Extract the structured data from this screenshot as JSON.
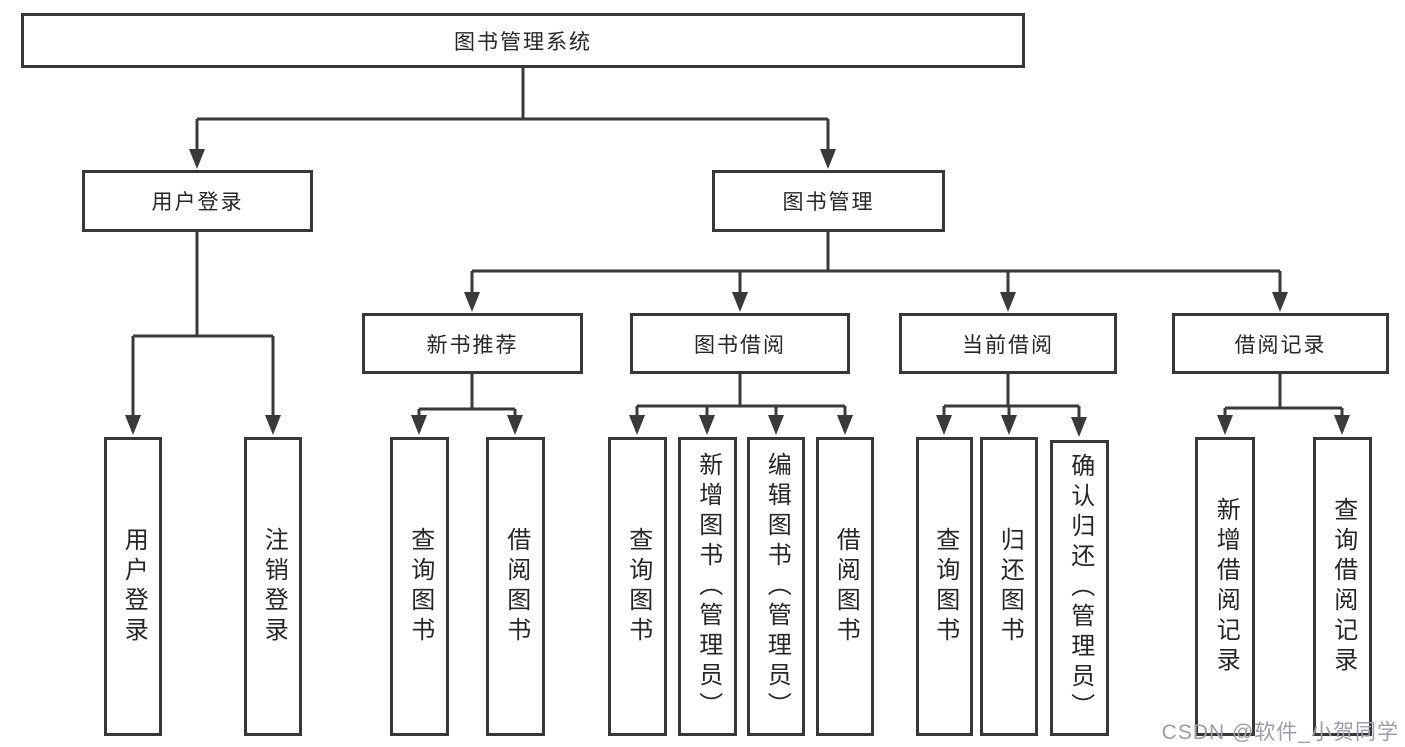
{
  "tree": {
    "root": {
      "label": "图书管理系统"
    },
    "children": [
      {
        "label": "用户登录",
        "children": [
          {
            "label": "用户登录"
          },
          {
            "label": "注销登录"
          }
        ]
      },
      {
        "label": "图书管理",
        "children": [
          {
            "label": "新书推荐",
            "children": [
              {
                "label": "查询图书"
              },
              {
                "label": "借阅图书"
              }
            ]
          },
          {
            "label": "图书借阅",
            "children": [
              {
                "label": "查询图书"
              },
              {
                "label": "新增图书（管理员）"
              },
              {
                "label": "编辑图书（管理员）"
              },
              {
                "label": "借阅图书"
              }
            ]
          },
          {
            "label": "当前借阅",
            "children": [
              {
                "label": "查询图书"
              },
              {
                "label": "归还图书"
              },
              {
                "label": "确认归还（管理员）"
              }
            ]
          },
          {
            "label": "借阅记录",
            "children": [
              {
                "label": "新增借阅记录"
              },
              {
                "label": "查询借阅记录"
              }
            ]
          }
        ]
      }
    ]
  },
  "watermark": {
    "text": "CSDN @软件_小贺同学"
  },
  "colors": {
    "line": "#3a3a3a",
    "border": "#373737",
    "text": "#262626",
    "background": "#ffffff",
    "watermark": "#9c9caa"
  }
}
